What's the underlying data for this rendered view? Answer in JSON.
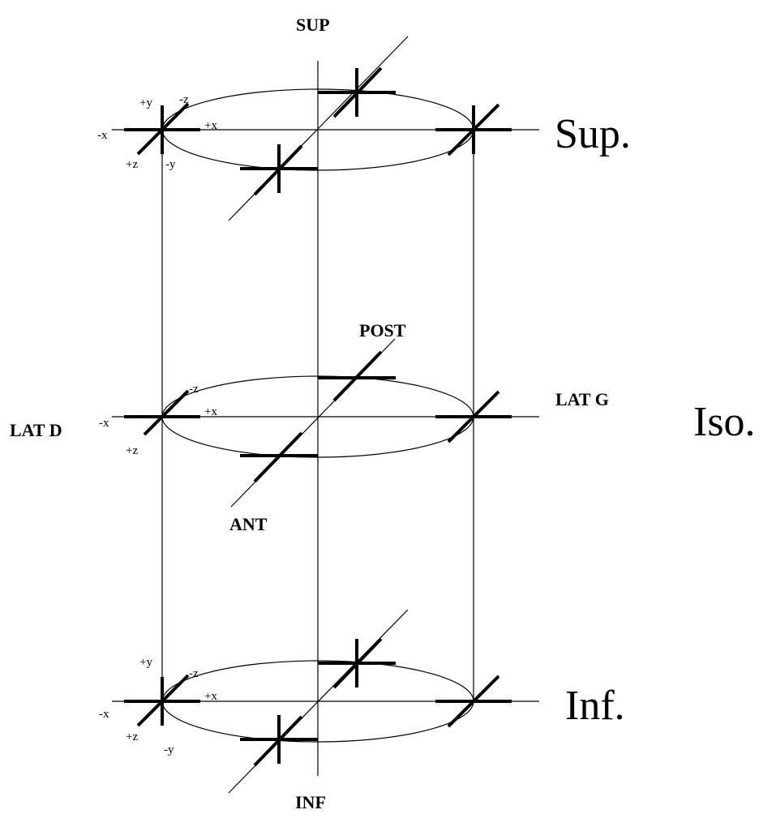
{
  "directions": {
    "sup": "SUP",
    "inf": "INF",
    "post": "POST",
    "ant": "ANT",
    "lat_d": "LAT D",
    "lat_g": "LAT G"
  },
  "levels": {
    "sup": "Sup.",
    "iso": "Iso.",
    "inf": "Inf."
  },
  "axis_labels": {
    "plus_x": "+x",
    "minus_x": "-x",
    "plus_y": "+y",
    "minus_y": "-y",
    "plus_z": "+z",
    "minus_z": "-z"
  }
}
